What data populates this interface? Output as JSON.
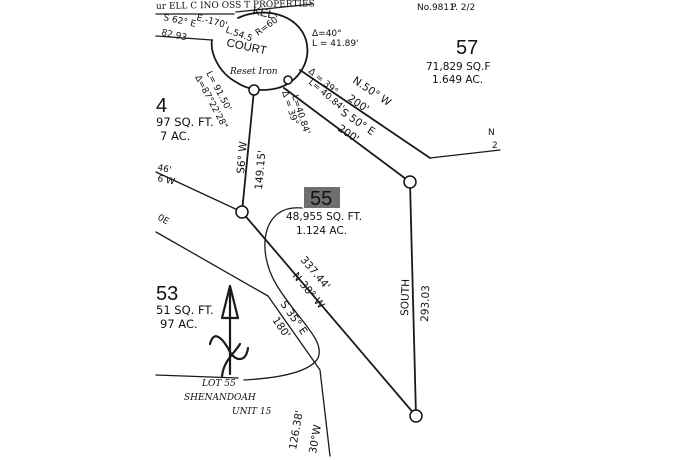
{
  "header": {
    "top_fragment": "ur ELL  C  INO  OSS  T PROPERTIES",
    "doc_number": "No.9811",
    "page": "P. 2/2"
  },
  "court": {
    "name_fragment": "KEL",
    "name": "COURT",
    "radius": "R=60'",
    "arc_length": "L.54.5",
    "bearing_top": "E.-170'",
    "bearing_left": "S 62° E",
    "dist_left": "82.93"
  },
  "curves": {
    "outer": {
      "delta": "Δ=40°",
      "length": "L = 41.89'"
    },
    "lot55_left": {
      "length": "L= 91.50'",
      "delta": "Δ=87°22'28\""
    },
    "lot55_right": {
      "delta": "Δ = 39°",
      "length": "L=40.84'"
    },
    "lot57": {
      "delta": "Δ = 39°",
      "length": "L= 40.84'"
    }
  },
  "reset_iron": "Reset Iron",
  "lots": {
    "lot57": {
      "number": "57",
      "sqft": "71,829 SQ.F",
      "acres": "1.649 AC."
    },
    "lot55": {
      "number": "55",
      "sqft": "48,955 SQ. FT.",
      "acres": "1.124 AC."
    },
    "lot54": {
      "number": "4",
      "sqft": "97 SQ. FT.",
      "acres": "7 AC."
    },
    "lot53": {
      "number": "53",
      "sqft": "51 SQ. FT.",
      "acres": "97 AC."
    }
  },
  "lines": {
    "north_upper": {
      "bearing": "N.50° W",
      "distance": "200'"
    },
    "north_lower": {
      "bearing": "S 50° E",
      "distance": "200'"
    },
    "west": {
      "bearing": "S6° W",
      "distance": "149.15'"
    },
    "diagonal": {
      "bearing": "N 38° W",
      "distance": "337.44'"
    },
    "south_west": {
      "bearing": "S 35° E",
      "distance": "180'"
    },
    "east": {
      "bearing": "SOUTH",
      "distance": "293.03"
    },
    "edge_left_1": "46'",
    "edge_left_2": "6 W",
    "edge_left_3": "0E",
    "bottom_1": "126.38'",
    "bottom_2": "30°W",
    "right_edge_1": "N",
    "right_edge_2": "2"
  },
  "note": {
    "line1": "LOT 55",
    "line2": "SHENANDOAH",
    "line3": "UNIT 15"
  },
  "colors": {
    "ink": "#1a1a1a",
    "paper": "#ffffff",
    "highlight": "#6e6e6e"
  }
}
